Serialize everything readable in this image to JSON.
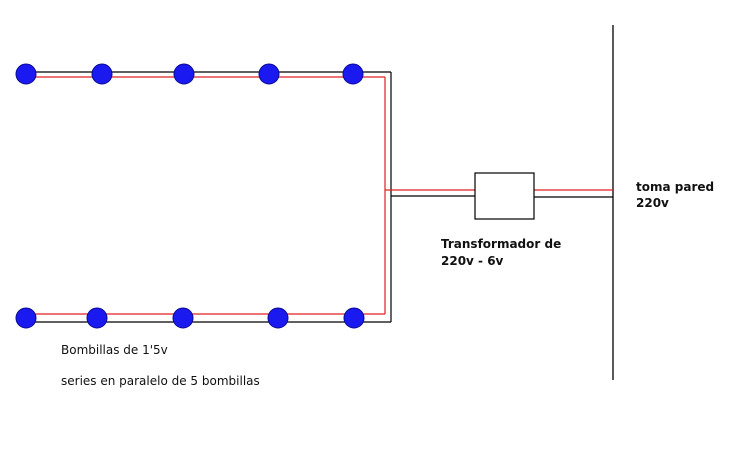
{
  "diagram": {
    "colors": {
      "background": "#ffffff",
      "wire_black": "#000000",
      "wire_red": "#e02020",
      "bulb_fill": "#1a1af0",
      "bulb_stroke": "#0a0a90"
    },
    "top_row": {
      "bulb_count": 5
    },
    "bottom_row": {
      "bulb_count": 5
    },
    "transformer": {
      "label_line1": "Transformador de",
      "label_line2": "220v - 6v"
    },
    "wall_outlet": {
      "label_line1": "toma pared",
      "label_line2": "220v"
    },
    "notes": {
      "bulbs": "Bombillas de 1'5v",
      "arrangement": "series en paralelo de 5 bombillas"
    }
  }
}
